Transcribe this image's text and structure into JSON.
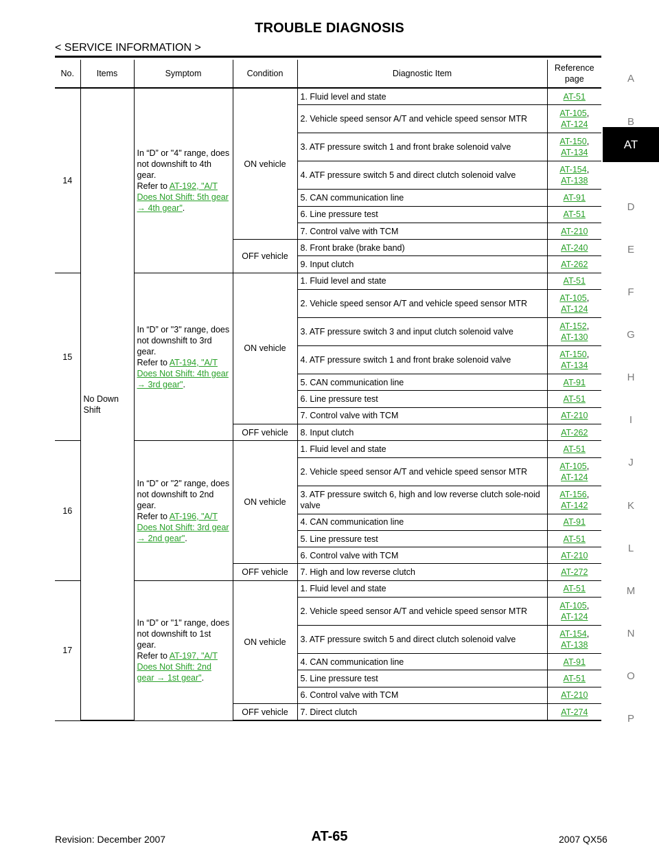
{
  "header": {
    "title": "TROUBLE DIAGNOSIS",
    "section": "< SERVICE INFORMATION >"
  },
  "side_index": {
    "letters": [
      "A",
      "B",
      "D",
      "E",
      "F",
      "G",
      "H",
      "I",
      "J",
      "K",
      "L",
      "M",
      "N",
      "O",
      "P"
    ],
    "active_tab": "AT"
  },
  "table": {
    "headers": {
      "no": "No.",
      "items": "Items",
      "symptom": "Symptom",
      "condition": "Condition",
      "diagnostic_item": "Diagnostic Item",
      "reference": "Reference page"
    },
    "items_label": "No Down Shift",
    "rows": [
      {
        "no": "14",
        "symptom_text": "In “D” or \"4\" range, does not downshift to 4th gear.",
        "refer_prefix": "Refer to ",
        "refer_link": "AT-192, \"A/T Does Not Shift: 5th gear → 4th gear\"",
        "refer_suffix": ".",
        "on_label": "ON vehicle",
        "off_label": "OFF vehicle",
        "items": [
          {
            "text": "1. Fluid level and state",
            "ref1": "AT-51"
          },
          {
            "text": "2. Vehicle speed sensor A/T and vehicle speed sensor MTR",
            "ref1": "AT-105",
            "ref2": "AT-124"
          },
          {
            "text": "3. ATF pressure switch 1 and front brake solenoid valve",
            "ref1": "AT-150",
            "ref2": "AT-134"
          },
          {
            "text": "4. ATF pressure switch 5 and direct clutch solenoid valve",
            "ref1": "AT-154",
            "ref2": "AT-138"
          },
          {
            "text": "5. CAN communication line",
            "ref1": "AT-91"
          },
          {
            "text": "6. Line pressure test",
            "ref1": "AT-51"
          },
          {
            "text": "7. Control valve with TCM",
            "ref1": "AT-210"
          },
          {
            "text": "8. Front brake (brake band)",
            "ref1": "AT-240"
          },
          {
            "text": "9. Input clutch",
            "ref1": "AT-262"
          }
        ]
      },
      {
        "no": "15",
        "symptom_text": "In “D” or \"3\" range, does not downshift to 3rd gear.",
        "refer_prefix": "Refer to ",
        "refer_link": "AT-194, \"A/T Does Not Shift: 4th gear → 3rd gear\"",
        "refer_suffix": ".",
        "on_label": "ON vehicle",
        "off_label": "OFF vehicle",
        "items": [
          {
            "text": "1. Fluid level and state",
            "ref1": "AT-51"
          },
          {
            "text": "2. Vehicle speed sensor A/T and vehicle speed sensor MTR",
            "ref1": "AT-105",
            "ref2": "AT-124"
          },
          {
            "text": "3. ATF pressure switch 3 and input clutch solenoid valve",
            "ref1": "AT-152",
            "ref2": "AT-130"
          },
          {
            "text": "4. ATF pressure switch 1 and front brake solenoid valve",
            "ref1": "AT-150",
            "ref2": "AT-134"
          },
          {
            "text": "5. CAN communication line",
            "ref1": "AT-91"
          },
          {
            "text": "6. Line pressure test",
            "ref1": "AT-51"
          },
          {
            "text": "7. Control valve with TCM",
            "ref1": "AT-210"
          },
          {
            "text": "8. Input clutch",
            "ref1": "AT-262"
          }
        ]
      },
      {
        "no": "16",
        "symptom_text": "In “D” or \"2\" range, does not downshift to 2nd gear.",
        "refer_prefix": "Refer to ",
        "refer_link": "AT-196, \"A/T Does Not Shift: 3rd gear → 2nd gear\"",
        "refer_suffix": ".",
        "on_label": "ON vehicle",
        "off_label": "OFF vehicle",
        "items": [
          {
            "text": "1. Fluid level and state",
            "ref1": "AT-51"
          },
          {
            "text": "2. Vehicle speed sensor A/T and vehicle speed sensor MTR",
            "ref1": "AT-105",
            "ref2": "AT-124"
          },
          {
            "text": "3. ATF pressure switch 6, high and low reverse clutch sole-noid valve",
            "ref1": "AT-156",
            "ref2": "AT-142"
          },
          {
            "text": "4. CAN communication line",
            "ref1": "AT-91"
          },
          {
            "text": "5. Line pressure test",
            "ref1": "AT-51"
          },
          {
            "text": "6. Control valve with TCM",
            "ref1": "AT-210"
          },
          {
            "text": "7. High and low reverse clutch",
            "ref1": "AT-272"
          }
        ]
      },
      {
        "no": "17",
        "symptom_text": "In “D” or \"1\" range, does not downshift to 1st gear.",
        "refer_prefix": "Refer to ",
        "refer_link": "AT-197, \"A/T Does Not Shift: 2nd gear → 1st gear\"",
        "refer_suffix": ".",
        "on_label": "ON vehicle",
        "off_label": "OFF vehicle",
        "items": [
          {
            "text": "1. Fluid level and state",
            "ref1": "AT-51"
          },
          {
            "text": "2. Vehicle speed sensor A/T and vehicle speed sensor MTR",
            "ref1": "AT-105",
            "ref2": "AT-124"
          },
          {
            "text": "3. ATF pressure switch 5 and direct clutch solenoid valve",
            "ref1": "AT-154",
            "ref2": "AT-138"
          },
          {
            "text": "4. CAN communication line",
            "ref1": "AT-91"
          },
          {
            "text": "5. Line pressure test",
            "ref1": "AT-51"
          },
          {
            "text": "6. Control valve with TCM",
            "ref1": "AT-210"
          },
          {
            "text": "7. Direct clutch",
            "ref1": "AT-274"
          }
        ]
      }
    ]
  },
  "footer": {
    "revision": "Revision: December 2007",
    "page_number": "AT-65",
    "model": "2007 QX56"
  }
}
